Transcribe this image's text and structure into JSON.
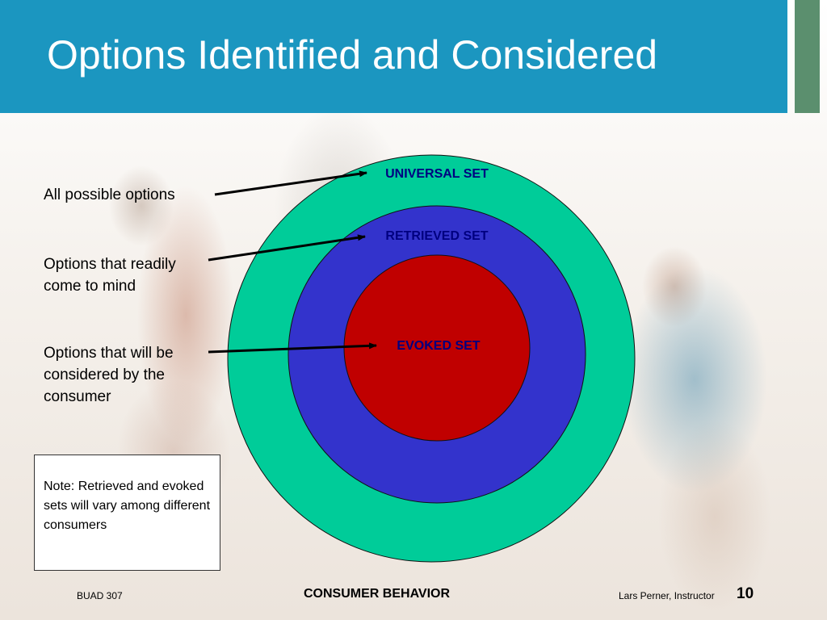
{
  "slide": {
    "title": "Options Identified and Considered"
  },
  "diagram": {
    "sets": [
      {
        "name": "UNIVERSAL SET",
        "color": "#00cc99"
      },
      {
        "name": "RETRIEVED SET",
        "color": "#3333cc"
      },
      {
        "name": "EVOKED SET",
        "color": "#c00000"
      }
    ],
    "descriptions": {
      "universal": "All possible options",
      "retrieved": "Options that readily come to mind",
      "evoked": "Options that will be considered by the consumer"
    }
  },
  "note": "Note:  Retrieved and evoked sets will vary among different consumers",
  "footer": {
    "course": "BUAD 307",
    "subject": "CONSUMER BEHAVIOR",
    "instructor": "Lars Perner, Instructor",
    "page": "10"
  },
  "colors": {
    "header": "#1b96c0",
    "accent": "#5b8f6e",
    "universal": "#00cc99",
    "retrieved": "#3333cc",
    "evoked": "#c00000"
  }
}
